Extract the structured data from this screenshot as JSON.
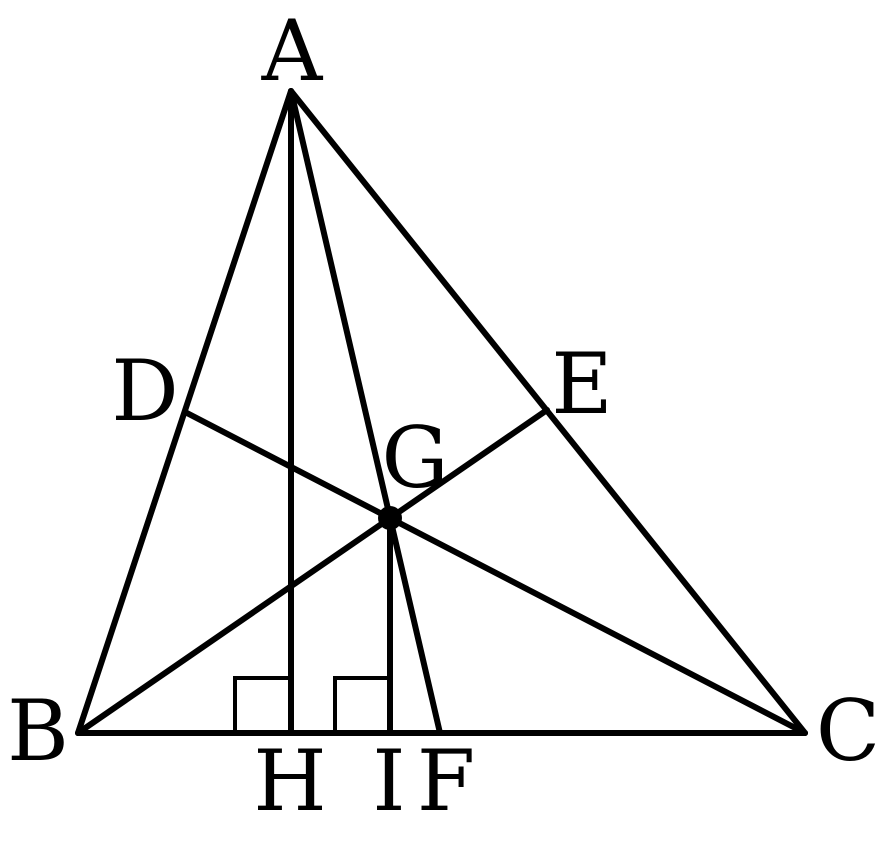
{
  "figure": {
    "labels": {
      "A": "A",
      "B": "B",
      "C": "C",
      "D": "D",
      "E": "E",
      "F": "F",
      "G": "G",
      "H": "H",
      "I": "I"
    },
    "colors": {
      "line": "#000000",
      "background": "#ffffff"
    },
    "right_angles": [
      "AHB",
      "GIB"
    ],
    "segments": [
      "AB",
      "BC",
      "CA",
      "AH",
      "AF",
      "BE",
      "CD",
      "GI"
    ]
  }
}
